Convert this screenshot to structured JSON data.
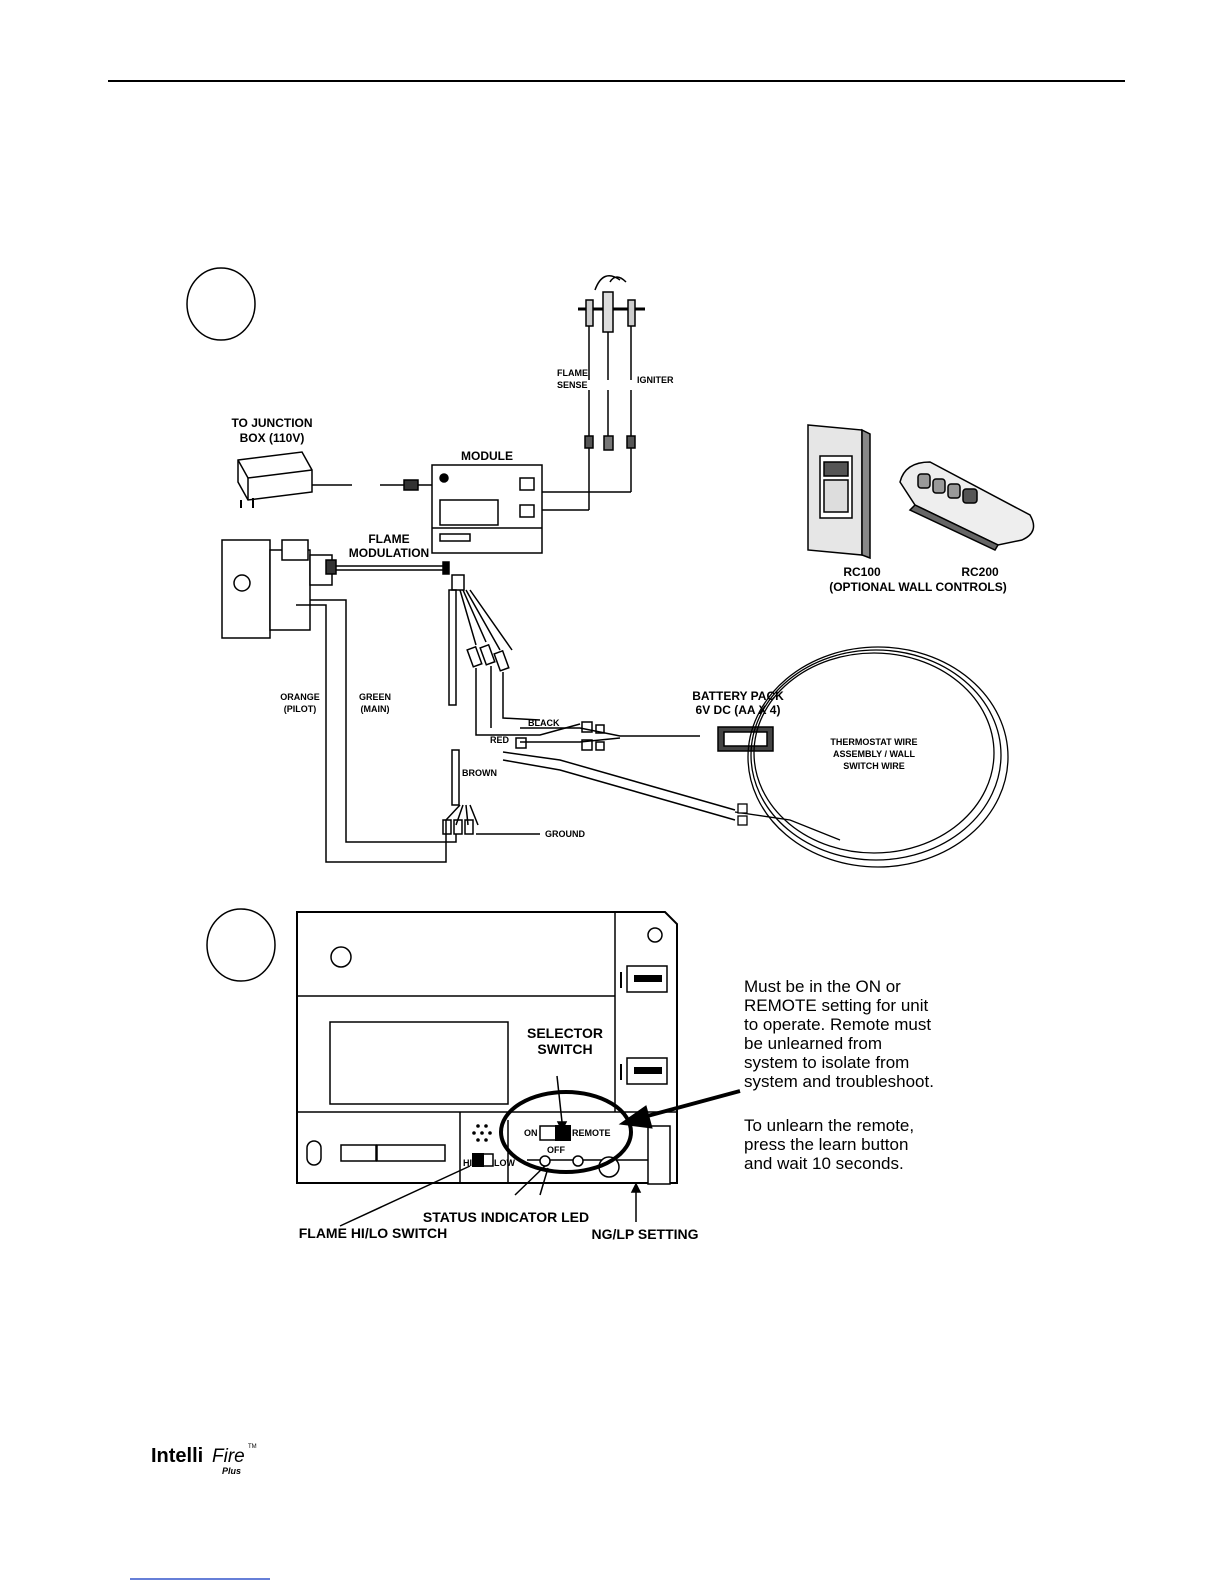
{
  "diagram_top": {
    "junction_box_label_1": "TO JUNCTION",
    "junction_box_label_2": "BOX (110V)",
    "module_label": "MODULE",
    "flame_sense_1": "FLAME",
    "flame_sense_2": "SENSE",
    "igniter": "IGNITER",
    "flame_modulation_1": "FLAME",
    "flame_modulation_2": "MODULATION",
    "rc100": "RC100",
    "rc200": "RC200",
    "optional_wall_controls": "(OPTIONAL WALL CONTROLS)",
    "orange_1": "ORANGE",
    "orange_2": "(PILOT)",
    "green_1": "GREEN",
    "green_2": "(MAIN)",
    "battery_pack_1": "BATTERY PACK",
    "battery_pack_2": "6V DC (AA X 4)",
    "black": "BLACK",
    "red": "RED",
    "brown": "BROWN",
    "ground": "GROUND",
    "thermostat_1": "THERMOSTAT WIRE",
    "thermostat_2": "ASSEMBLY / WALL",
    "thermostat_3": "SWITCH WIRE"
  },
  "diagram_bottom": {
    "selector_switch_1": "SELECTOR",
    "selector_switch_2": "SWITCH",
    "switch_on": "ON",
    "switch_remote": "REMOTE",
    "switch_off": "OFF",
    "hi": "HI",
    "low": "LOW",
    "status_led": "STATUS INDICATOR LED",
    "flame_hilo": "FLAME HI/LO SWITCH",
    "nglp": "NG/LP SETTING",
    "note_lines": [
      "Must be in the ON or",
      "REMOTE setting for unit",
      "to operate.  Remote must",
      "be unlearned from",
      "system to isolate from",
      "system and troubleshoot."
    ],
    "note2_lines": [
      "To unlearn the remote,",
      "press the learn button",
      "and wait 10 seconds."
    ]
  },
  "logo": {
    "text_main": "Intelli",
    "text_fire": "Fire",
    "text_tm": "TM",
    "text_plus": "Plus"
  }
}
